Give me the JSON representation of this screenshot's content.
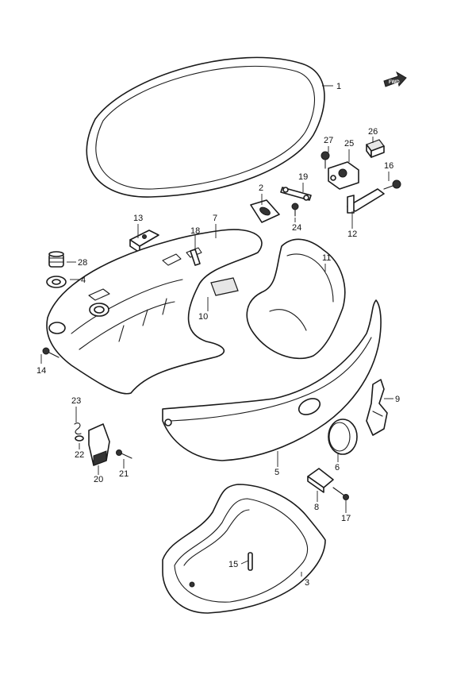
{
  "callouts": [
    {
      "n": "1"
    },
    {
      "n": "2"
    },
    {
      "n": "3"
    },
    {
      "n": "4"
    },
    {
      "n": "5"
    },
    {
      "n": "6"
    },
    {
      "n": "7"
    },
    {
      "n": "8"
    },
    {
      "n": "9"
    },
    {
      "n": "10"
    },
    {
      "n": "11"
    },
    {
      "n": "12"
    },
    {
      "n": "13"
    },
    {
      "n": "14"
    },
    {
      "n": "15"
    },
    {
      "n": "16"
    },
    {
      "n": "17"
    },
    {
      "n": "18"
    },
    {
      "n": "19"
    },
    {
      "n": "20"
    },
    {
      "n": "21"
    },
    {
      "n": "22"
    },
    {
      "n": "23"
    },
    {
      "n": "24"
    },
    {
      "n": "25"
    },
    {
      "n": "26"
    },
    {
      "n": "27"
    },
    {
      "n": "28"
    }
  ],
  "fwd_arrow": {
    "label": "FWD"
  }
}
